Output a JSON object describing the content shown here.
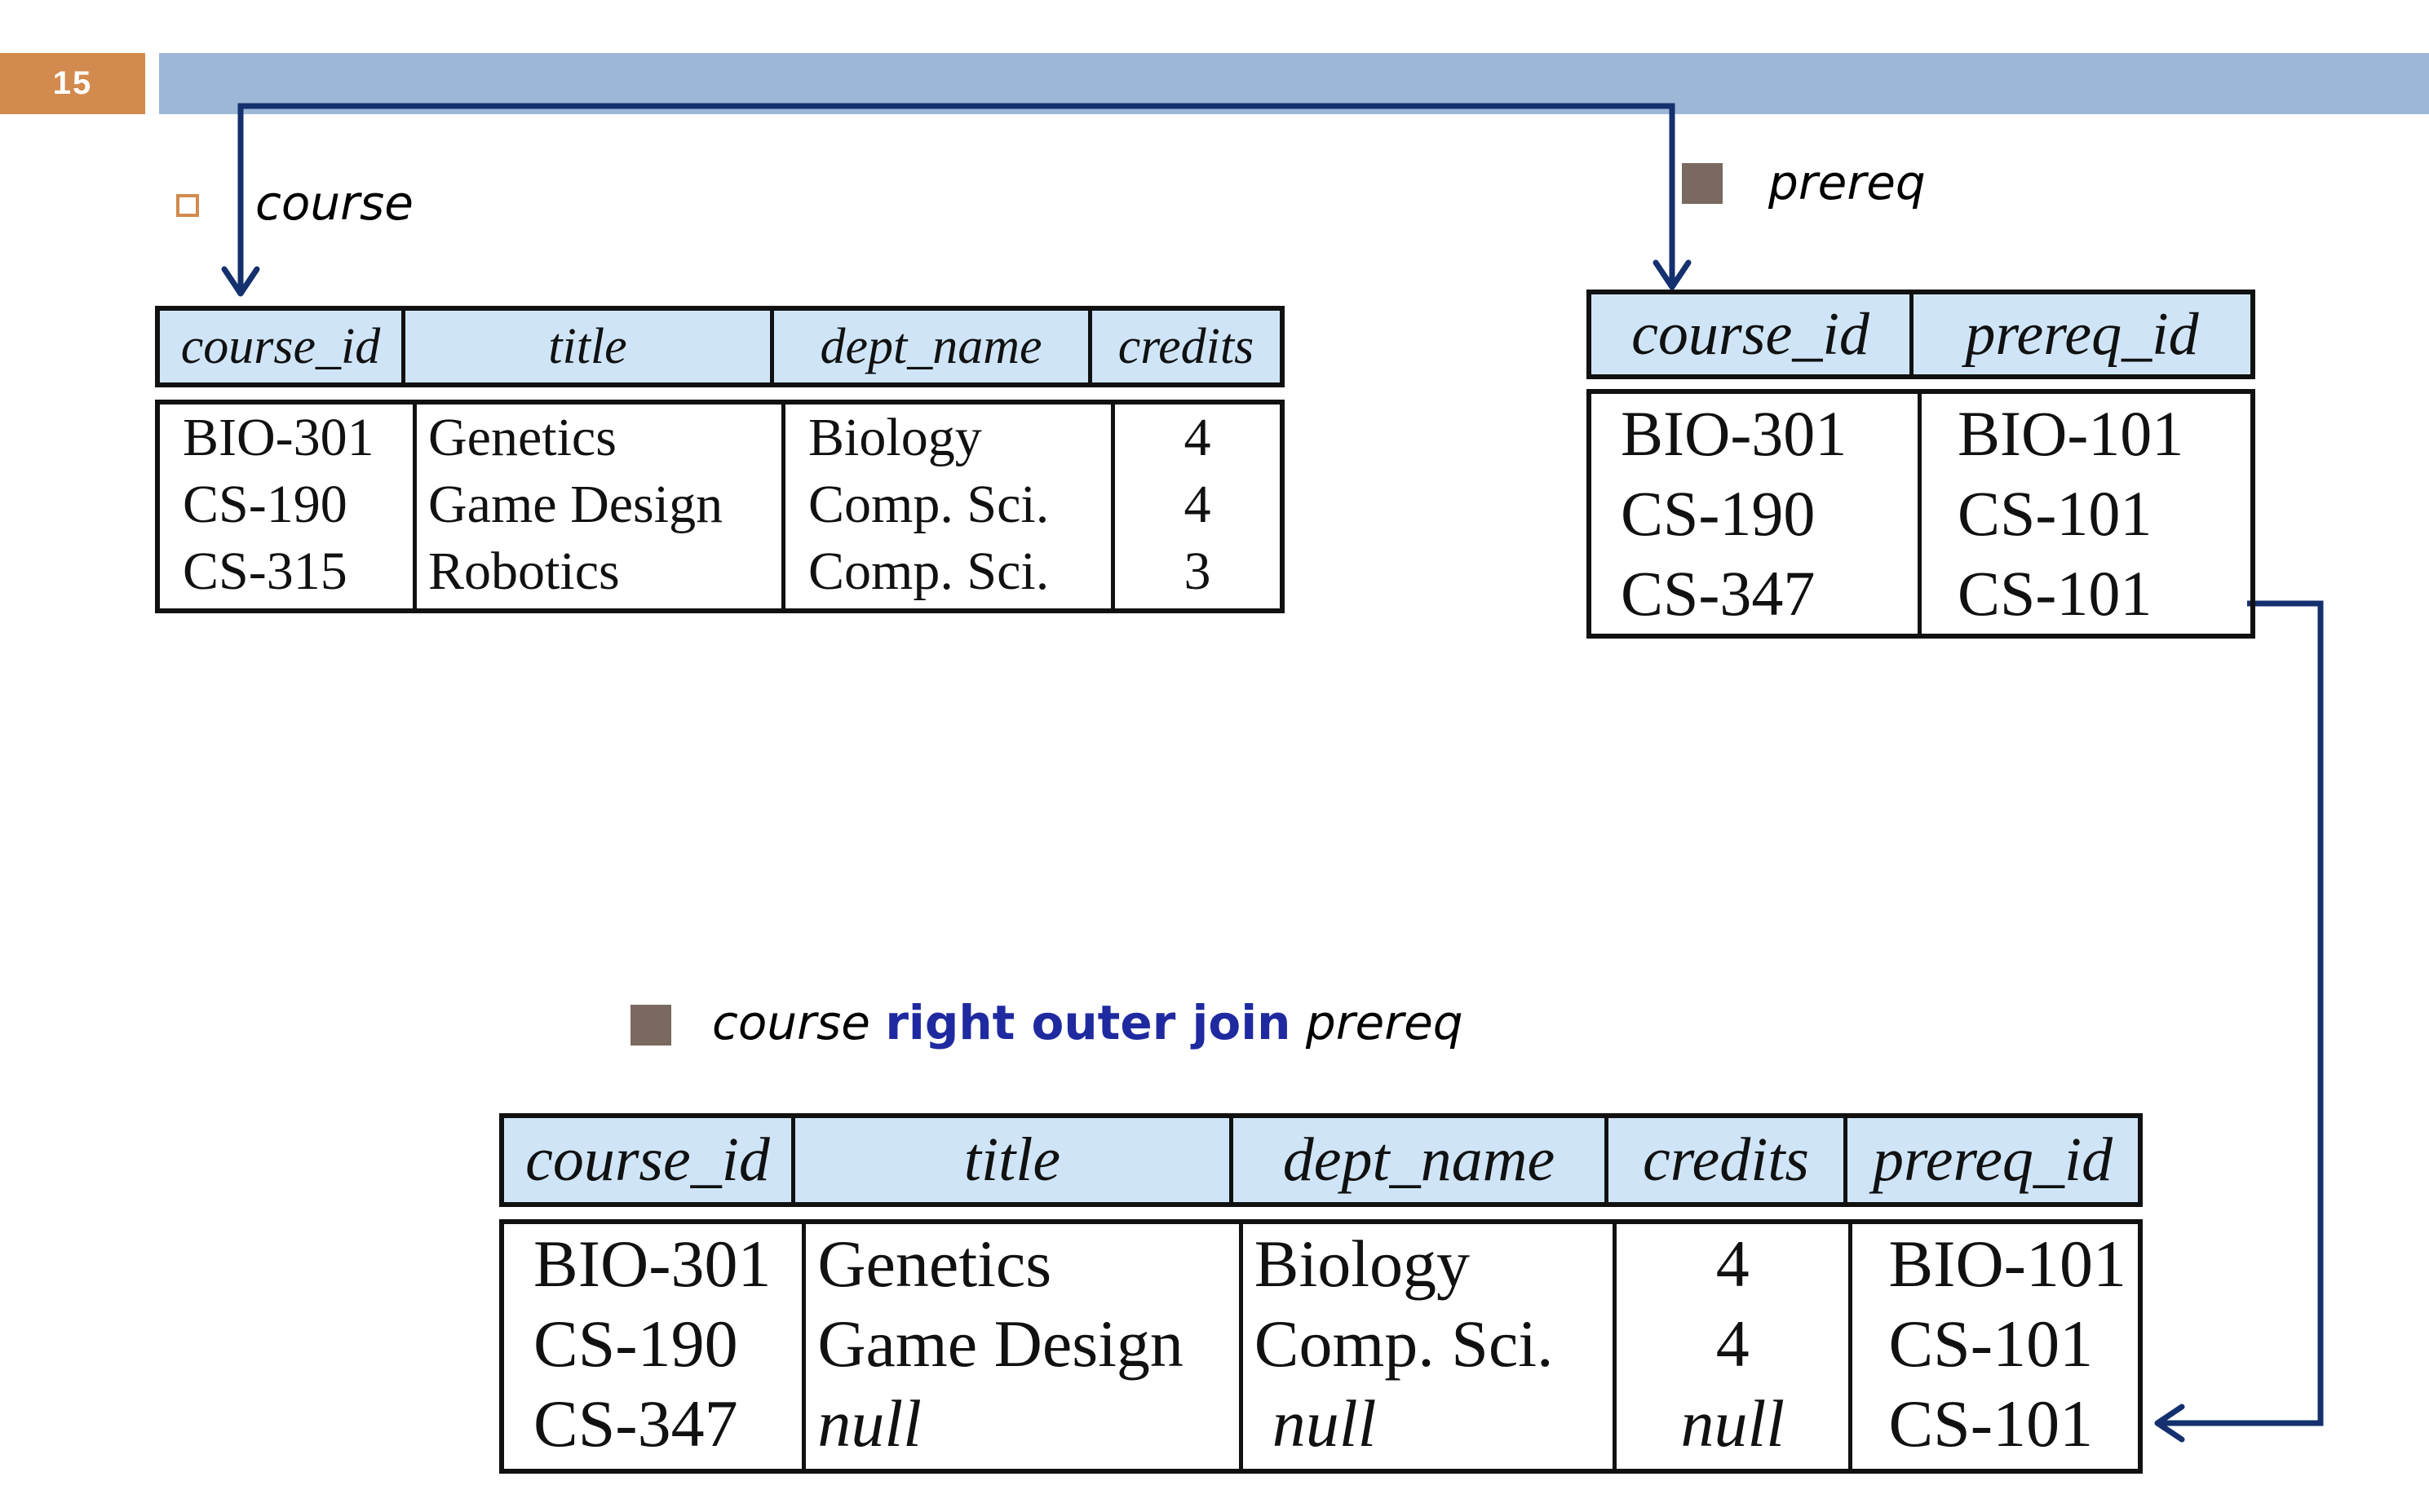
{
  "header": {
    "slide_number": "15"
  },
  "course_section": {
    "label": "course",
    "columns": [
      "course_id",
      "title",
      "dept_name",
      "credits"
    ],
    "rows": [
      [
        "BIO-301",
        "Genetics",
        "Biology",
        "4"
      ],
      [
        "CS-190",
        "Game Design",
        "Comp. Sci.",
        "4"
      ],
      [
        "CS-315",
        "Robotics",
        "Comp. Sci.",
        "3"
      ]
    ]
  },
  "prereq_section": {
    "label": "prereq",
    "columns": [
      "course_id",
      "prereq_id"
    ],
    "rows": [
      [
        "BIO-301",
        "BIO-101"
      ],
      [
        "CS-190",
        "CS-101"
      ],
      [
        "CS-347",
        "CS-101"
      ]
    ]
  },
  "join_section": {
    "label_left": "course",
    "label_keyword": "right outer join",
    "label_right": "prereq",
    "columns": [
      "course_id",
      "title",
      "dept_name",
      "credits",
      "prereq_id"
    ],
    "rows": [
      [
        "BIO-301",
        "Genetics",
        "Biology",
        "4",
        "BIO-101"
      ],
      [
        "CS-190",
        "Game Design",
        "Comp. Sci.",
        "4",
        "CS-101"
      ],
      [
        "CS-347",
        "null",
        "null",
        "null",
        "CS-101"
      ]
    ]
  },
  "colors": {
    "accent_orange": "#d28a4e",
    "title_bar_blue": "#9db7d6",
    "header_cell_blue": "#cfe5f7",
    "arrow_navy": "#14306e",
    "keyword_blue": "#1f2aa0"
  }
}
